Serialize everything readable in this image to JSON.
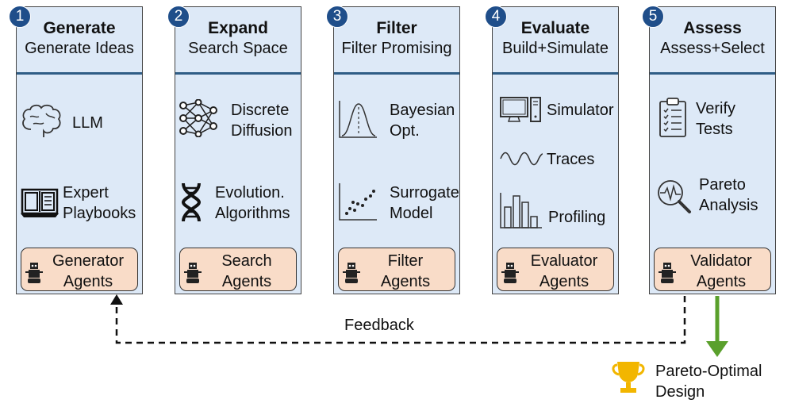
{
  "columns": [
    {
      "number": "1",
      "title": "Generate",
      "subtitle": "Generate Ideas",
      "items": [
        {
          "label": "LLM",
          "icon": "brain-icon"
        },
        {
          "label": "Expert\nPlaybooks",
          "icon": "book-icon"
        }
      ],
      "agent": "Generator\nAgents"
    },
    {
      "number": "2",
      "title": "Expand",
      "subtitle": "Search Space",
      "items": [
        {
          "label": "Discrete\nDiffusion",
          "icon": "neural-network-icon"
        },
        {
          "label": "Evolution.\nAlgorithms",
          "icon": "dna-icon"
        }
      ],
      "agent": "Search\nAgents"
    },
    {
      "number": "3",
      "title": "Filter",
      "subtitle": "Filter Promising",
      "items": [
        {
          "label": "Bayesian\nOpt.",
          "icon": "bell-curve-icon"
        },
        {
          "label": "Surrogate\nModel",
          "icon": "scatter-plot-icon"
        }
      ],
      "agent": "Filter\nAgents"
    },
    {
      "number": "4",
      "title": "Evaluate",
      "subtitle": "Build+Simulate",
      "items": [
        {
          "label": "Simulator",
          "icon": "computer-icon"
        },
        {
          "label": "Traces",
          "icon": "waveform-icon"
        },
        {
          "label": "Profiling",
          "icon": "bar-chart-icon"
        }
      ],
      "agent": "Evaluator\nAgents"
    },
    {
      "number": "5",
      "title": "Assess",
      "subtitle": "Assess+Select",
      "items": [
        {
          "label": "Verify\nTests",
          "icon": "checklist-icon"
        },
        {
          "label": "Pareto\nAnalysis",
          "icon": "magnifier-pulse-icon"
        }
      ],
      "agent": "Validator\nAgents"
    }
  ],
  "feedback_label": "Feedback",
  "goal_label": "Pareto-Optimal\nDesign",
  "goal_icon": "trophy-icon",
  "agent_icon": "robot-icon",
  "colors": {
    "column_bg": "#dde9f7",
    "header_rule": "#2f5d86",
    "badge": "#1f4e8a",
    "agent_bg": "#f9dcc8",
    "goal_arrow": "#5aa02c"
  }
}
